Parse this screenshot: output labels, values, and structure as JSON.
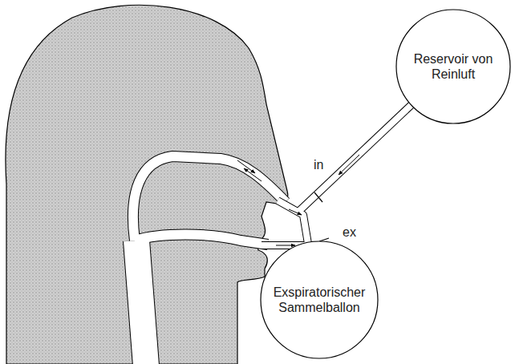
{
  "diagram": {
    "nodes": [
      {
        "text": [
          "Reservoir von Reinluft"
        ]
      },
      {
        "text": [
          "Exspiratorischer Sammelballon"
        ]
      }
    ],
    "labels": [
      "in",
      "ex"
    ]
  }
}
